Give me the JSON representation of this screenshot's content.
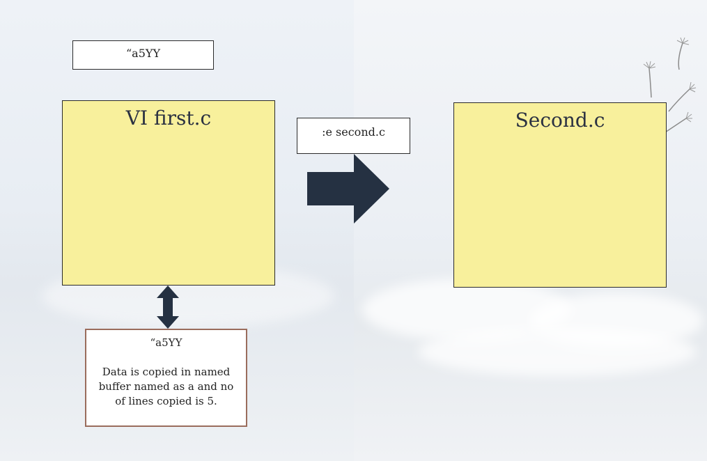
{
  "label_top": "“a5YY",
  "first_file": {
    "title": "VI first.c"
  },
  "command": ":e second.c",
  "second_file": {
    "title": "Second.c"
  },
  "note": {
    "command": "“a5YY",
    "description": "Data is copied in named buffer named as a and no of lines copied is 5."
  },
  "colors": {
    "sticky_fill": "#f8f09c",
    "arrow": "#253142",
    "note_border": "#9a6c5c"
  },
  "icons": [
    "right-arrow-icon",
    "double-vertical-arrow-icon",
    "dandelion-icon"
  ]
}
